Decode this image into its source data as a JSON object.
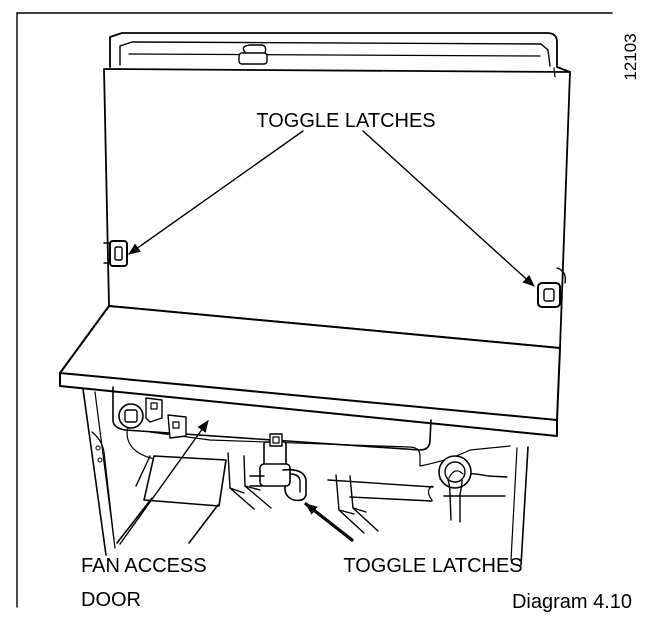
{
  "figure_number": "12103",
  "caption": "Diagram 4.10",
  "labels": {
    "toggle_latches_top": "TOGGLE LATCHES",
    "toggle_latches_bottom": "TOGGLE LATCHES",
    "fan_access_door_line1": "FAN ACCESS",
    "fan_access_door_line2": "DOOR"
  },
  "colors": {
    "line": "#000000",
    "background": "#ffffff"
  }
}
